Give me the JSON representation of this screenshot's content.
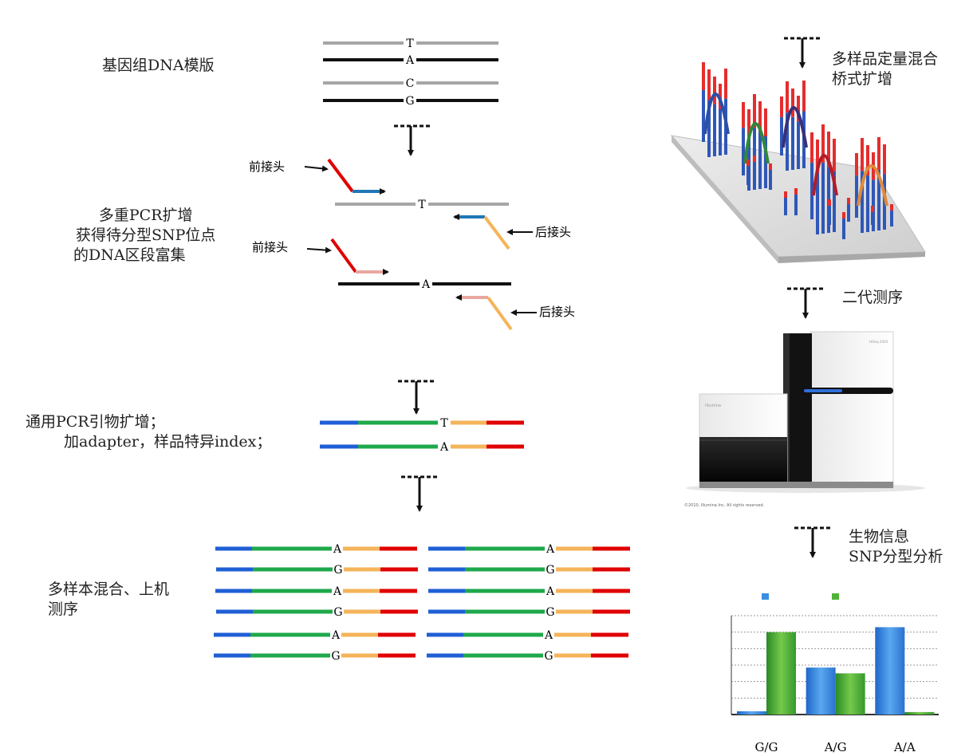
{
  "steps": {
    "genome_template": "基因组DNA模版",
    "multiplex_pcr": [
      "多重PCR扩增",
      "获得待分型SNP位点",
      "的DNA区段富集"
    ],
    "universal_pcr": [
      "通用PCR引物扩增；",
      "加adapter，样品特异index；"
    ],
    "pool_and_load": [
      "多样本混合、上机",
      "测序"
    ],
    "quant_mix_bridge": [
      "多样品定量混合",
      "桥式扩增"
    ],
    "ngs_sequencing": "二代测序",
    "bioinfo_genotyping": [
      "生物信息",
      "SNP分型分析"
    ]
  },
  "template_bases": [
    "T",
    "A",
    "C",
    "G"
  ],
  "adapter_labels": {
    "forward": "前接头",
    "reverse": "后接头"
  },
  "pcr_bases": [
    "T",
    "A"
  ],
  "universal_bases": [
    "T",
    "A"
  ],
  "pooled_bases": {
    "left": [
      "A",
      "G",
      "A",
      "G",
      "A",
      "G"
    ],
    "right": [
      "A",
      "G",
      "A",
      "G",
      "A",
      "G"
    ]
  },
  "sequencer": {
    "brand_text": "Illumina",
    "model_text": "HiSeq 2000",
    "copyright": "©2010, Illumina Inc. All rights reserved."
  },
  "colors": {
    "template_gray": "#a6a6a6",
    "template_black": "#111111",
    "adapter_red": "#e00000",
    "adapter_orange": "#f4b45a",
    "primer_blue": "#1f78b4",
    "primer_pink": "#e8a8a0",
    "index_blue": "#1f5fd6",
    "insert_green": "#1fa84c",
    "bar_blue": "#3a8fe0",
    "bar_green": "#4fb33a"
  },
  "chart_data": {
    "type": "bar",
    "categories": [
      "G/G",
      "A/G",
      "A/A"
    ],
    "series": [
      {
        "values": [
          4,
          57,
          106
        ]
      },
      {
        "values": [
          100,
          50,
          3
        ]
      }
    ],
    "ylim": [
      0,
      120
    ],
    "grid": true,
    "legend": "top",
    "title": "",
    "xlabel": "",
    "ylabel": ""
  }
}
